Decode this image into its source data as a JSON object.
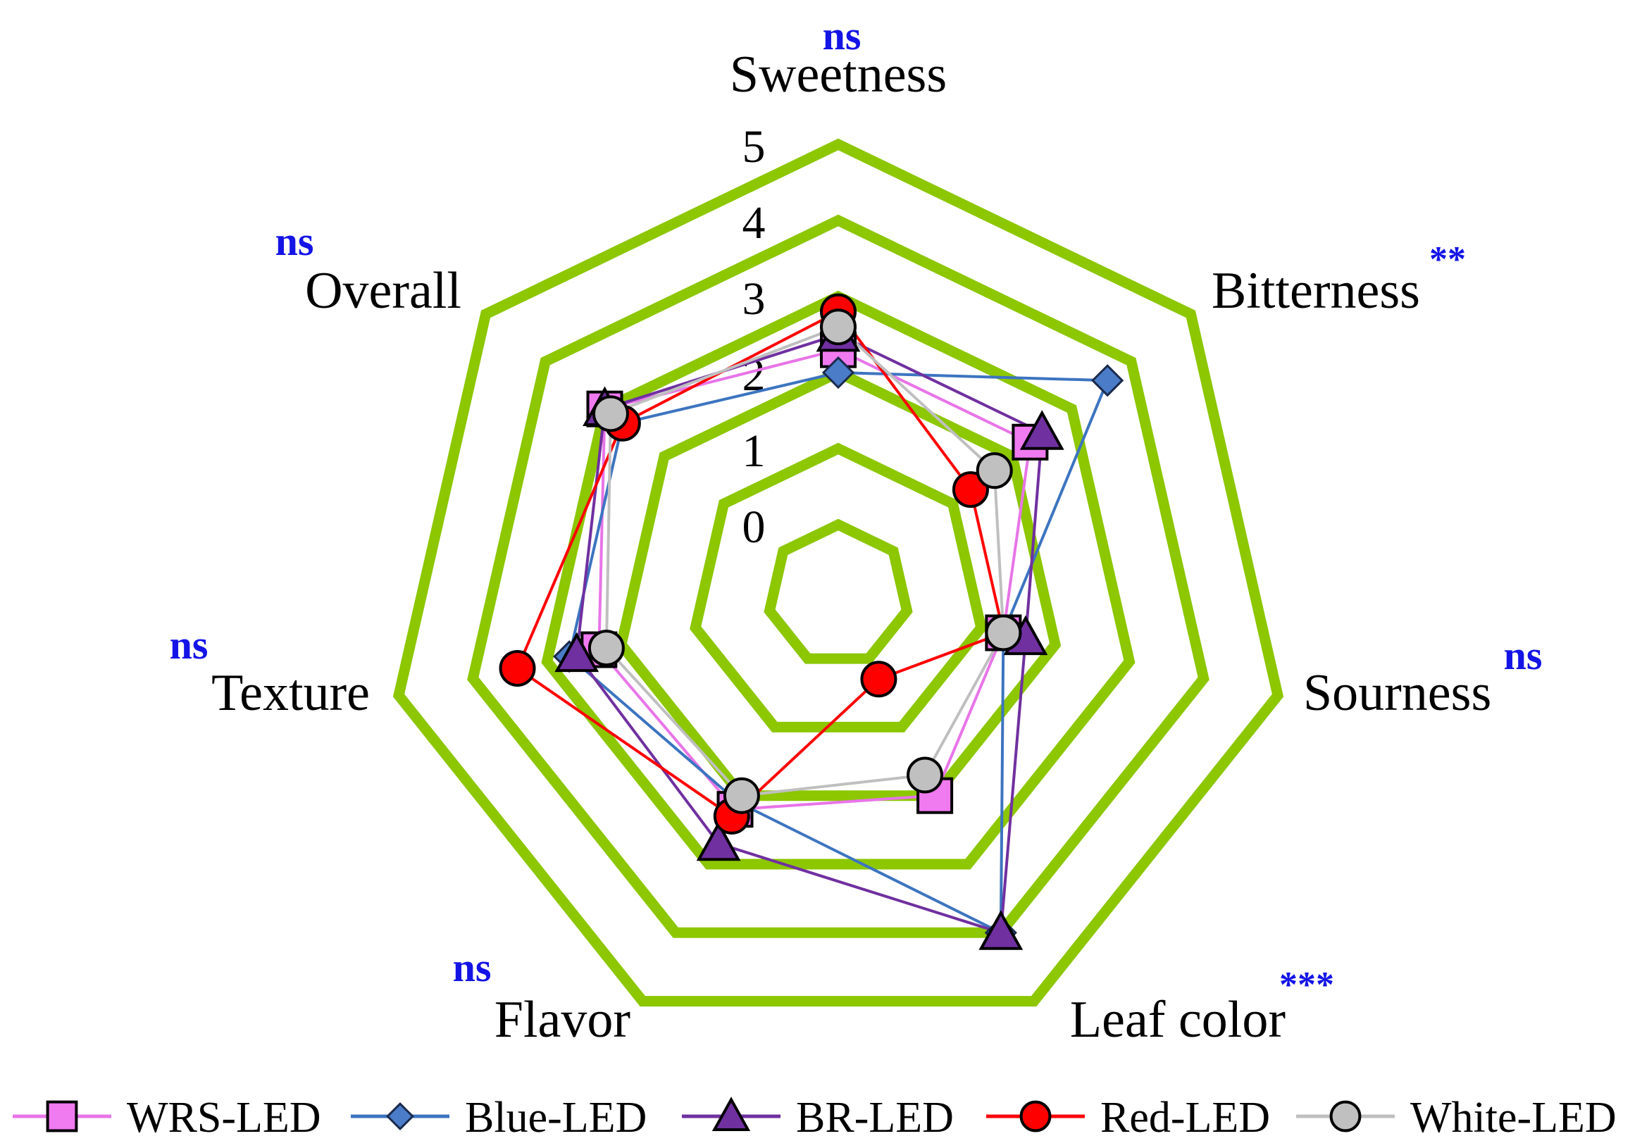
{
  "chart_data": {
    "type": "radar",
    "axes": [
      "Sweetness",
      "Bitterness",
      "Sourness",
      "Leaf color",
      "Flavor",
      "Texture",
      "Overall"
    ],
    "significance": [
      "ns",
      "**",
      "ns",
      "***",
      "ns",
      "ns",
      "ns"
    ],
    "rlim": [
      0,
      5
    ],
    "ticks": [
      "0",
      "1",
      "2",
      "3",
      "4",
      "5"
    ],
    "grid_color": "#8cc700",
    "legend_position": "bottom",
    "series": [
      {
        "name": "WRS-LED",
        "color": "#e874e8",
        "marker": "square",
        "fill": "#f07af0",
        "values": [
          2.3,
          2.3,
          1.3,
          2.0,
          2.2,
          2.3,
          3.0
        ]
      },
      {
        "name": "Blue-LED",
        "color": "#3c74c0",
        "marker": "diamond",
        "fill": "#4a7cc8",
        "values": [
          2.0,
          3.6,
          1.3,
          4.0,
          2.1,
          2.7,
          2.7
        ]
      },
      {
        "name": "BR-LED",
        "color": "#7030a0",
        "marker": "triangle",
        "fill": "#7030a0",
        "values": [
          2.5,
          2.5,
          1.6,
          4.0,
          2.7,
          2.6,
          3.0
        ]
      },
      {
        "name": "Red-LED",
        "color": "#ff0000",
        "marker": "circle",
        "fill": "#ff0000",
        "values": [
          2.8,
          1.3,
          1.3,
          0.3,
          2.3,
          3.4,
          2.7
        ]
      },
      {
        "name": "White-LED",
        "color": "#bfbfbf",
        "marker": "circle",
        "fill": "#c0c0c0",
        "values": [
          2.6,
          1.7,
          1.3,
          1.7,
          2.0,
          2.2,
          2.9
        ]
      }
    ]
  }
}
